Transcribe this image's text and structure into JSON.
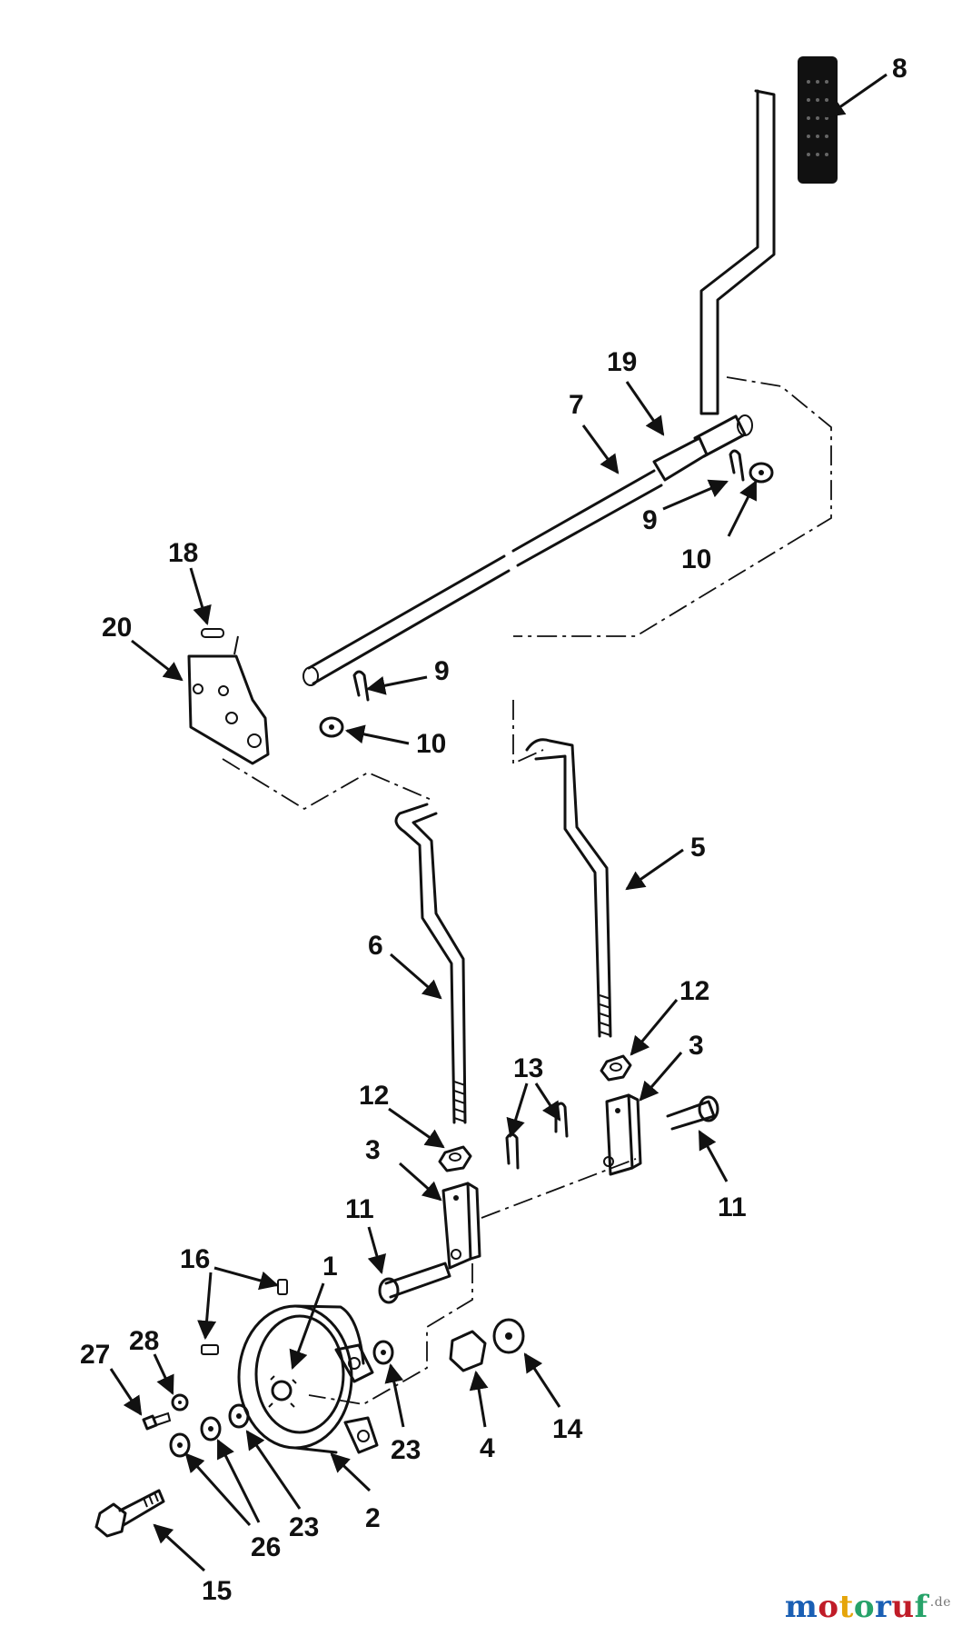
{
  "callouts": {
    "c1": "1",
    "c2": "2",
    "c3a": "3",
    "c3b": "3",
    "c4": "4",
    "c5": "5",
    "c6": "6",
    "c7": "7",
    "c8": "8",
    "c9a": "9",
    "c9b": "9",
    "c10a": "10",
    "c10b": "10",
    "c11a": "11",
    "c11b": "11",
    "c12a": "12",
    "c12b": "12",
    "c13": "13",
    "c14": "14",
    "c15": "15",
    "c16": "16",
    "c18": "18",
    "c19": "19",
    "c20": "20",
    "c23a": "23",
    "c23b": "23",
    "c26": "26",
    "c27": "27",
    "c28": "28"
  },
  "watermark": {
    "text": "motoruf",
    "suffix": ".de",
    "colors": [
      "#1a5fb4",
      "#c01c28",
      "#e5a50a",
      "#26a269",
      "#1a5fb4",
      "#c01c28",
      "#26a269"
    ]
  }
}
